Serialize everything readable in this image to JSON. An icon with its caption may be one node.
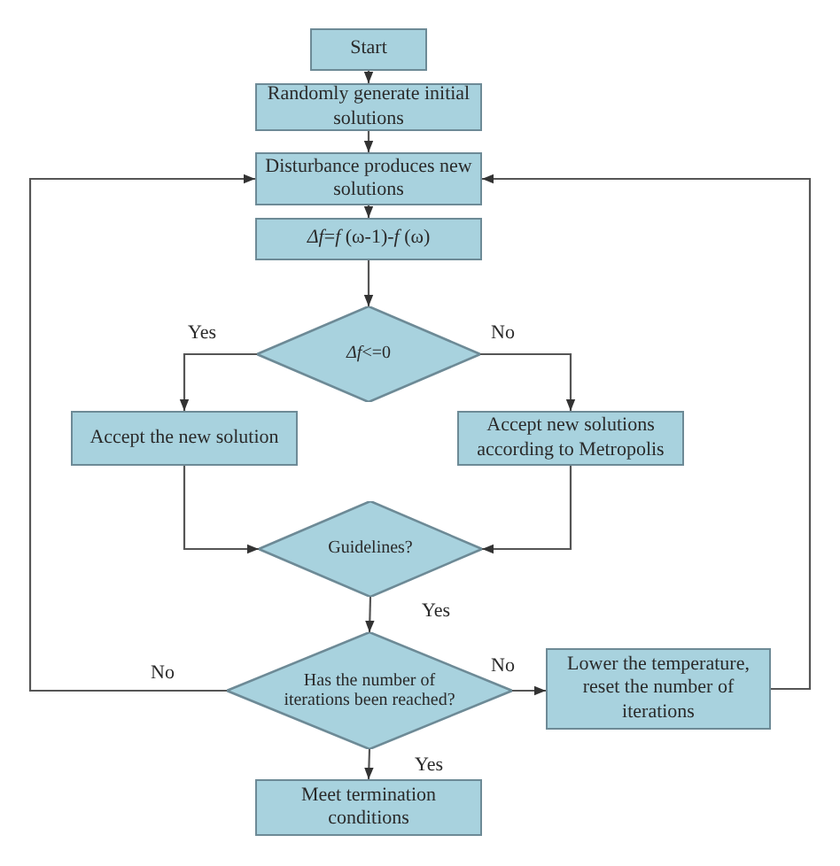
{
  "diagram": {
    "nodes": [
      {
        "text": [
          "Start"
        ]
      },
      {
        "text": [
          "Randomly generate initial solutions"
        ]
      },
      {
        "text": [
          "Disturbance produces new solutions"
        ]
      },
      {
        "text": [
          "*Δf*=*f* (ω-1)-*f* (ω)"
        ]
      },
      {
        "text": [
          "*Δf*<=0"
        ]
      },
      {
        "text": [
          "Accept the new solution"
        ]
      },
      {
        "text": [
          "Accept new solutions according to Metropolis"
        ]
      },
      {
        "text": [
          "Guidelines?"
        ]
      },
      {
        "text": [
          "Has the number of iterations been reached?"
        ]
      },
      {
        "text": [
          "Lower the temperature, reset the number of iterations"
        ]
      },
      {
        "text": [
          "Meet termination conditions"
        ]
      }
    ],
    "edges": [
      {
        "from": 0,
        "to": 1,
        "arrow": "to"
      },
      {
        "from": 1,
        "to": 2,
        "arrow": "to"
      },
      {
        "from": 2,
        "to": 3,
        "arrow": "to"
      },
      {
        "from": 3,
        "to": 4,
        "arrow": "to"
      },
      {
        "from": 4,
        "to": 5,
        "arrow": "to",
        "label": "Yes"
      },
      {
        "from": 4,
        "to": 6,
        "arrow": "to",
        "label": "No"
      },
      {
        "from": 5,
        "to": 7,
        "arrow": "to"
      },
      {
        "from": 6,
        "to": 7,
        "arrow": "to"
      },
      {
        "from": 7,
        "to": 8,
        "arrow": "to",
        "label": "Yes"
      },
      {
        "from": 8,
        "to": 2,
        "arrow": "to",
        "label": "No"
      },
      {
        "from": 8,
        "to": 9,
        "arrow": "to",
        "label": "No"
      },
      {
        "from": 9,
        "to": 2,
        "arrow": "to"
      },
      {
        "from": 8,
        "to": 10,
        "arrow": "to",
        "label": "Yes"
      }
    ]
  }
}
